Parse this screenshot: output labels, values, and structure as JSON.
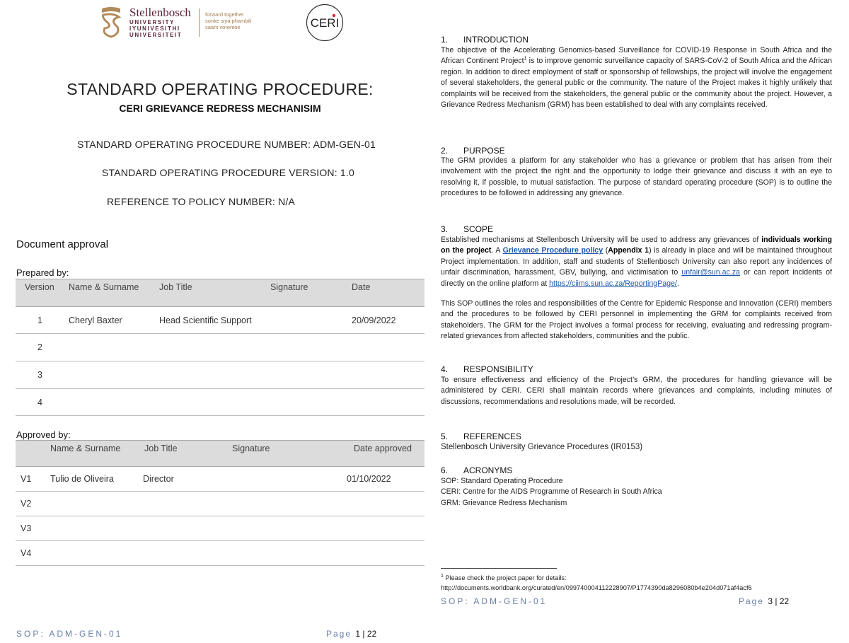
{
  "left_page": {
    "logos": {
      "su_name": "Stellenbosch",
      "su_line1": "UNIVERSITY",
      "su_line2": "IYUNIVESITHI",
      "su_line3": "UNIVERSITEIT",
      "su_motto1": "forward together",
      "su_motto2": "sonke siya phambili",
      "su_motto3": "saam vorentoe",
      "ceri_text": "CERI"
    },
    "title": "STANDARD OPERATING PROCEDURE:",
    "subtitle": "CERI GRIEVANCE REDRESS MECHANISIM",
    "sop_number": "STANDARD OPERATING PROCEDURE NUMBER: ADM-GEN-01",
    "sop_version": "STANDARD OPERATING PROCEDURE VERSION: 1.0",
    "policy_ref": "REFERENCE TO POLICY NUMBER: N/A",
    "doc_approval_heading": "Document approval",
    "prepared": {
      "caption": "Prepared by:",
      "headers": [
        "Version",
        "Name & Surname",
        "Job Title",
        "Signature",
        "Date"
      ],
      "rows": [
        [
          "1",
          "Cheryl Baxter",
          "Head Scientific Support",
          "",
          "20/09/2022"
        ],
        [
          "2",
          "",
          "",
          "",
          ""
        ],
        [
          "3",
          "",
          "",
          "",
          ""
        ],
        [
          "4",
          "",
          "",
          "",
          ""
        ]
      ]
    },
    "approved": {
      "caption": "Approved by:",
      "headers": [
        "",
        "Name & Surname",
        "Job Title",
        "Signature",
        "Date approved"
      ],
      "rows": [
        [
          "V1",
          "Tulio de Oliveira",
          "Director",
          "",
          "01/10/2022"
        ],
        [
          "V2",
          "",
          "",
          "",
          ""
        ],
        [
          "V3",
          "",
          "",
          "",
          ""
        ],
        [
          "V4",
          "",
          "",
          "",
          ""
        ]
      ]
    },
    "footer": {
      "sop": "SOP:  ADM-GEN-01",
      "page_label": "Page ",
      "page_num": "1 | 22"
    }
  },
  "right_page": {
    "s1": {
      "num": "1.",
      "heading": "INTRODUCTION",
      "p_a": "The objective of the Accelerating Genomics-based Surveillance for COVID-19 Response in South Africa and the African Continent Project",
      "fn_mark": "1",
      "p_b": " is to improve genomic surveillance capacity of SARS-CoV-2 of South Africa and the African region. In addition to direct employment of staff or sponsorship of fellowships, the project will involve the engagement of several stakeholders, the general public or the community. The nature of the Project makes it highly unlikely that complaints will be received from the stakeholders, the general public or the community about the project. However, a Grievance Redress Mechanism (GRM) has been established to deal with any complaints received."
    },
    "s2": {
      "num": "2.",
      "heading": "PURPOSE",
      "p": "The GRM provides a platform for any stakeholder who has a grievance or problem that has arisen from their involvement with the project the right and the opportunity to lodge their grievance and discuss it with an eye to resolving it, if possible, to mutual satisfaction. The purpose of standard operating procedure (SOP) is to outline the procedures to be followed in addressing any grievance."
    },
    "s3": {
      "num": "3.",
      "heading": "SCOPE",
      "t1": "Established mechanisms at Stellenbosch University will be used to address any grievances of ",
      "t2": "individuals working on the project",
      "t3": ". A ",
      "link1": "Grievance Procedure policy",
      "t4": " (",
      "t5": "Appendix 1",
      "t6": ") is already in place and will be maintained throughout Project implementation. In addition, staff and students of Stellenbosch University can also report any incidences of unfair discrimination, harassment, GBV, bullying, and victimisation to ",
      "email": "unfair@sun.ac.za",
      "t7": " or can report incidents of directly on the online platform at ",
      "url": "https://ciims.sun.ac.za/ReportingPage/",
      "t8": ".",
      "p2": "This SOP outlines the roles and responsibilities of the Centre for Epidemic Response and Innovation (CERI) members and the procedures to be followed by CERI personnel in implementing the GRM for complaints received from stakeholders. The GRM for the Project involves a formal process for receiving, evaluating and redressing program-related grievances from affected stakeholders, communities and the public."
    },
    "s4": {
      "num": "4.",
      "heading": "RESPONSIBILITY",
      "p": "To ensure effectiveness and efficiency of the Project’s GRM, the procedures for handling grievance will be administered by CERI. CERI shall maintain records where grievances and complaints, including minutes of discussions, recommendations and resolutions made, will be recorded."
    },
    "s5": {
      "num": "5.",
      "heading": "REFERENCES",
      "line": "Stellenbosch University Grievance Procedures (IR0153)"
    },
    "s6": {
      "num": "6.",
      "heading": "ACRONYMS",
      "a1": "SOP:  Standard Operating Procedure",
      "a2": "CERI:  Centre for the AIDS Programme of Research in South Africa",
      "a3": "GRM: Grievance Redress Mechanism"
    },
    "footnote": {
      "mark": "1",
      "line1": " Please check the project paper for details:",
      "line2": "http://documents.worldbank.org/curated/en/099740004112228907/P1774390da8296080b4e204d071af4acf6"
    },
    "footer": {
      "sop": "SOP:  ADM-GEN-01",
      "page_label": "Page ",
      "page_num": "3 | 22"
    }
  }
}
